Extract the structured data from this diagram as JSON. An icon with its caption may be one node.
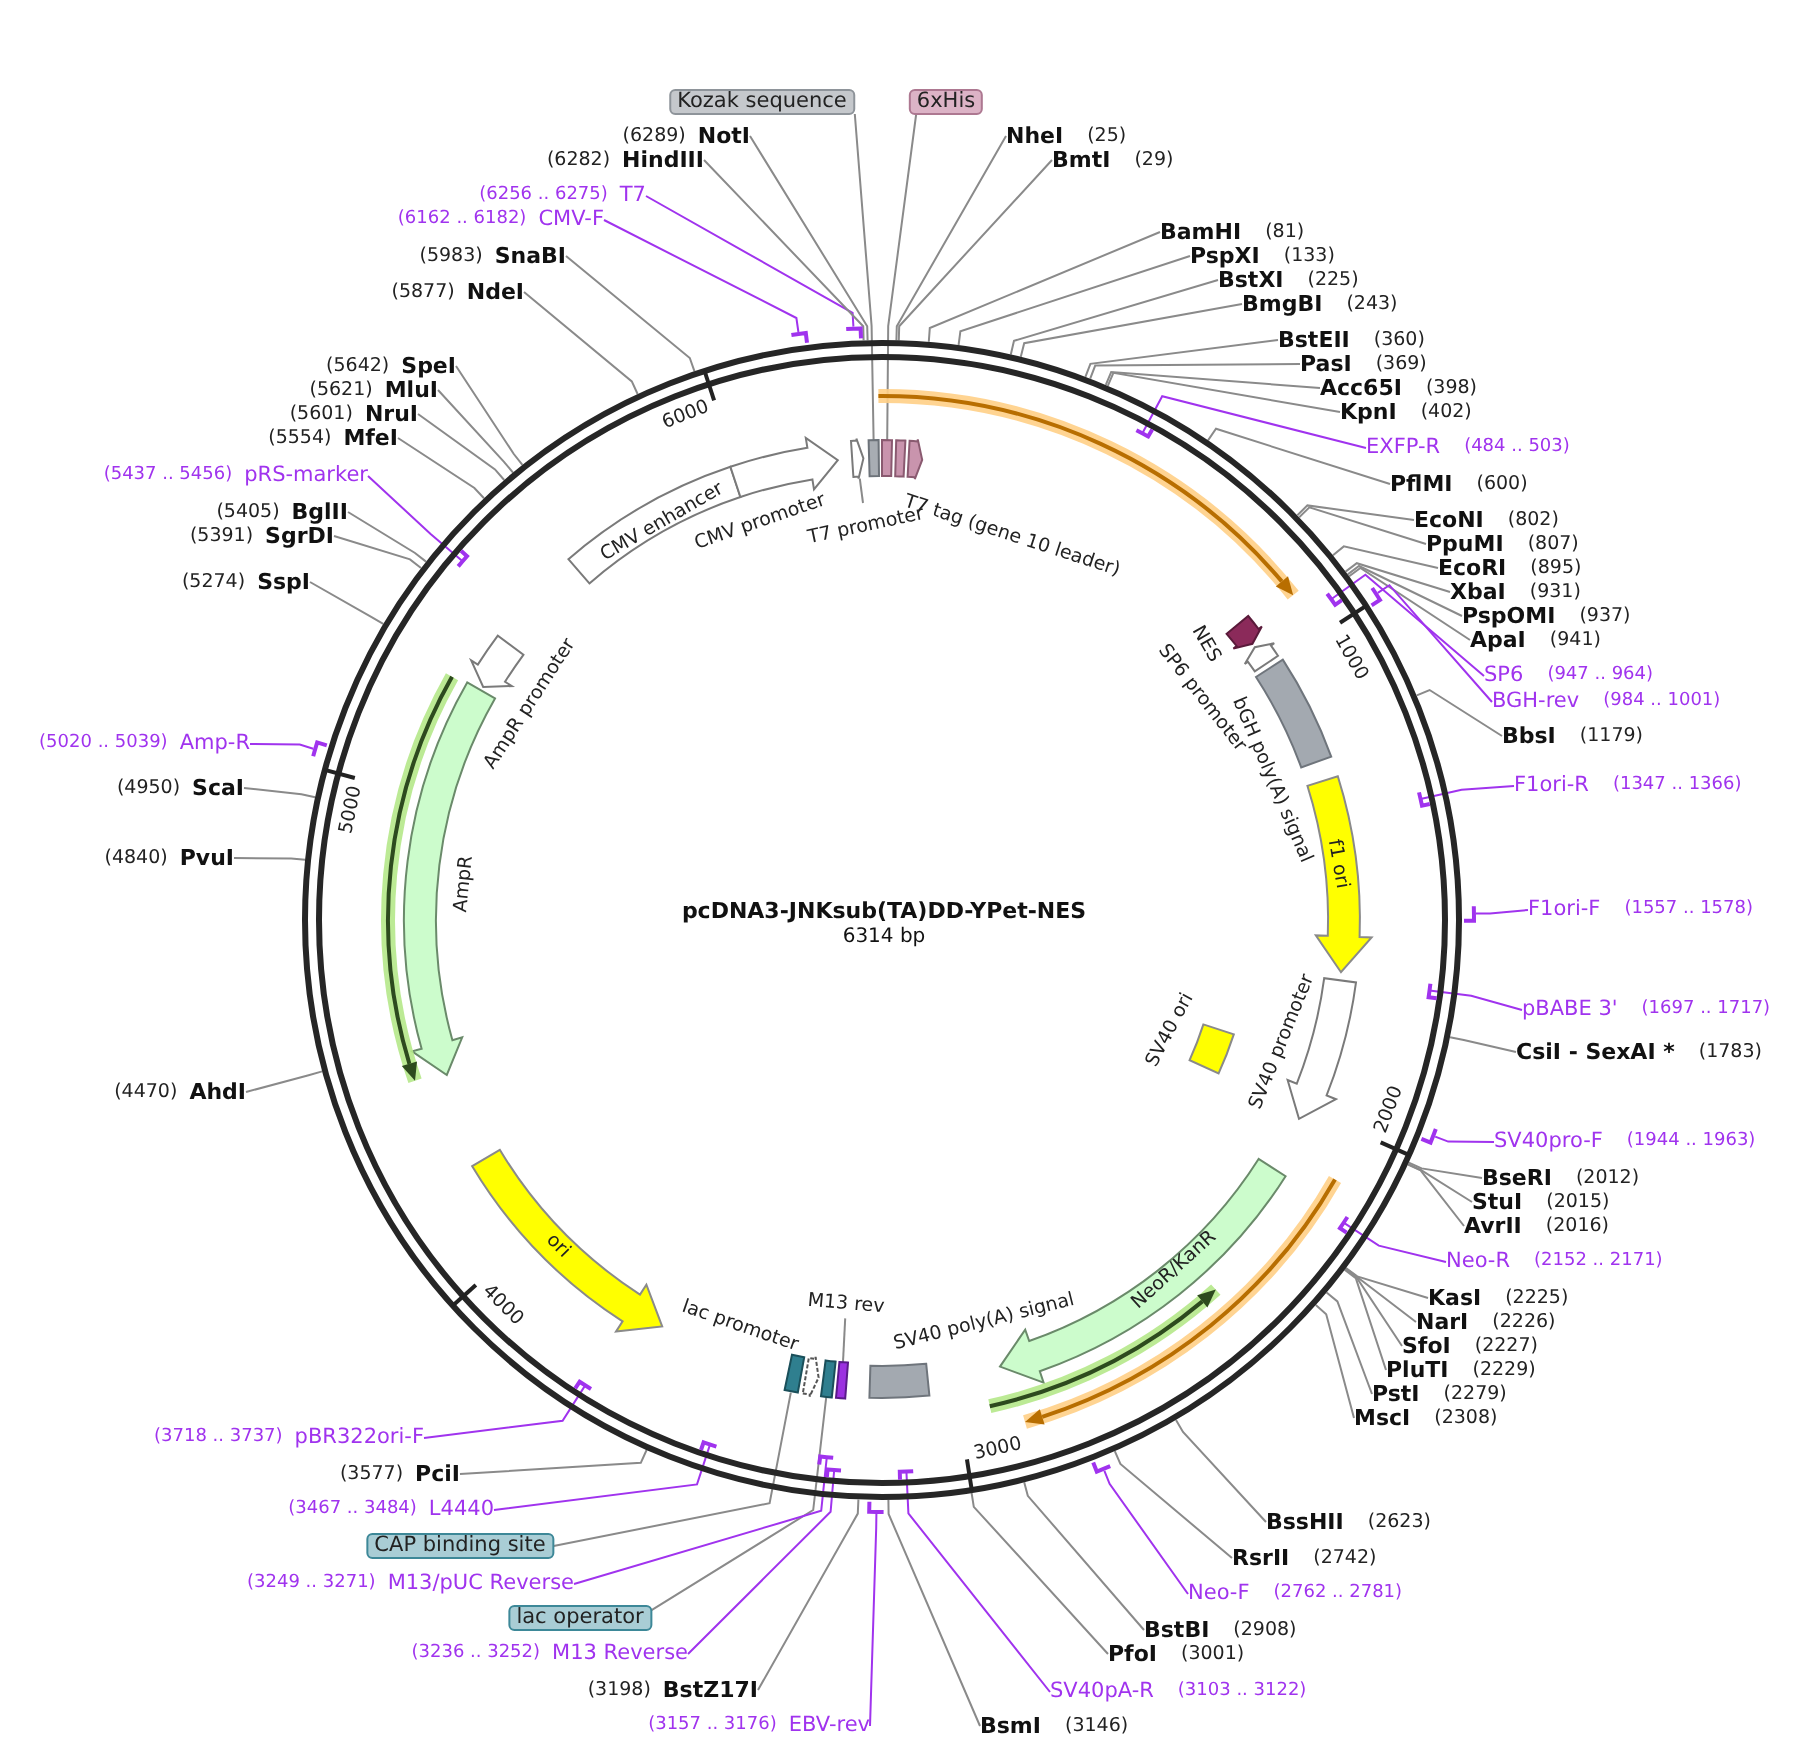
{
  "diagram": {
    "title": "pcDNA3-JNKsub(TA)DD-YPet-NES",
    "nodes": [
      {
        "text": [
          "Kozak sequence"
        ]
      },
      {
        "text": [
          "6xHis"
        ]
      },
      {
        "text": [
          "NheI"
        ],
        "beside": [
          "(25)"
        ]
      },
      {
        "text": [
          "BmtI"
        ],
        "beside": [
          "(29)"
        ]
      },
      {
        "text": [
          "BamHI"
        ],
        "beside": [
          "(81)"
        ]
      },
      {
        "text": [
          "PspXI"
        ],
        "beside": [
          "(133)"
        ]
      },
      {
        "text": [
          "BstXI"
        ],
        "beside": [
          "(225)"
        ]
      },
      {
        "text": [
          "BmgBI"
        ],
        "beside": [
          "(243)"
        ]
      },
      {
        "text": [
          "BstEII"
        ],
        "beside": [
          "(360)"
        ]
      },
      {
        "text": [
          "PasI"
        ],
        "beside": [
          "(369)"
        ]
      },
      {
        "text": [
          "Acc65I"
        ],
        "beside": [
          "(398)"
        ]
      },
      {
        "text": [
          "KpnI"
        ],
        "beside": [
          "(402)"
        ]
      },
      {
        "text": [
          "EXFP-R"
        ],
        "beside": [
          "(484 .. 503)"
        ]
      },
      {
        "text": [
          "PflMI"
        ],
        "beside": [
          "(600)"
        ]
      },
      {
        "text": [
          "EcoNI"
        ],
        "beside": [
          "(802)"
        ]
      },
      {
        "text": [
          "PpuMI"
        ],
        "beside": [
          "(807)"
        ]
      },
      {
        "text": [
          "EcoRI"
        ],
        "beside": [
          "(895)"
        ]
      },
      {
        "text": [
          "XbaI"
        ],
        "beside": [
          "(931)"
        ]
      },
      {
        "text": [
          "PspOMI"
        ],
        "beside": [
          "(937)"
        ]
      },
      {
        "text": [
          "ApaI"
        ],
        "beside": [
          "(941)"
        ]
      },
      {
        "text": [
          "SP6"
        ],
        "beside": [
          "(947 .. 964)"
        ]
      },
      {
        "text": [
          "BGH-rev"
        ],
        "beside": [
          "(984 .. 1001)"
        ]
      },
      {
        "text": [
          "BbsI"
        ],
        "beside": [
          "(1179)"
        ]
      },
      {
        "text": [
          "F1ori-R"
        ],
        "beside": [
          "(1347 .. 1366)"
        ]
      },
      {
        "text": [
          "F1ori-F"
        ],
        "beside": [
          "(1557 .. 1578)"
        ]
      },
      {
        "text": [
          "pBABE 3'"
        ],
        "beside": [
          "(1697 .. 1717)"
        ]
      },
      {
        "text": [
          "CsiI - SexAI *"
        ],
        "beside": [
          "(1783)"
        ]
      },
      {
        "text": [
          "SV40pro-F"
        ],
        "beside": [
          "(1944 .. 1963)"
        ]
      },
      {
        "text": [
          "BseRI"
        ],
        "beside": [
          "(2012)"
        ]
      },
      {
        "text": [
          "StuI"
        ],
        "beside": [
          "(2015)"
        ]
      },
      {
        "text": [
          "AvrII"
        ],
        "beside": [
          "(2016)"
        ]
      },
      {
        "text": [
          "Neo-R"
        ],
        "beside": [
          "(2152 .. 2171)"
        ]
      },
      {
        "text": [
          "KasI"
        ],
        "beside": [
          "(2225)"
        ]
      },
      {
        "text": [
          "NarI"
        ],
        "beside": [
          "(2226)"
        ]
      },
      {
        "text": [
          "SfoI"
        ],
        "beside": [
          "(2227)"
        ]
      },
      {
        "text": [
          "PluTI"
        ],
        "beside": [
          "(2229)"
        ]
      },
      {
        "text": [
          "PstI"
        ],
        "beside": [
          "(2279)"
        ]
      },
      {
        "text": [
          "MscI"
        ],
        "beside": [
          "(2308)"
        ]
      },
      {
        "text": [
          "BssHII"
        ],
        "beside": [
          "(2623)"
        ]
      },
      {
        "text": [
          "RsrII"
        ],
        "beside": [
          "(2742)"
        ]
      },
      {
        "text": [
          "Neo-F"
        ],
        "beside": [
          "(2762 .. 2781)"
        ]
      },
      {
        "text": [
          "BstBI"
        ],
        "beside": [
          "(2908)"
        ]
      },
      {
        "text": [
          "PfoI"
        ],
        "beside": [
          "(3001)"
        ]
      },
      {
        "text": [
          "SV40pA-R"
        ],
        "beside": [
          "(3103 .. 3122)"
        ]
      },
      {
        "text": [
          "BsmI"
        ],
        "beside": [
          "(3146)"
        ]
      },
      {
        "text": [
          "EBV-rev"
        ],
        "beside": [
          "(3157 .. 3176)"
        ]
      },
      {
        "text": [
          "BstZ17I"
        ],
        "beside": [
          "(3198)"
        ]
      },
      {
        "text": [
          "M13 Reverse"
        ],
        "beside": [
          "(3236 .. 3252)"
        ]
      },
      {
        "text": [
          "lac operator"
        ]
      },
      {
        "text": [
          "M13/pUC Reverse"
        ],
        "beside": [
          "(3249 .. 3271)"
        ]
      },
      {
        "text": [
          "CAP binding site"
        ]
      },
      {
        "text": [
          "L4440"
        ],
        "beside": [
          "(3467 .. 3484)"
        ]
      },
      {
        "text": [
          "PciI"
        ],
        "beside": [
          "(3577)"
        ]
      },
      {
        "text": [
          "pBR322ori-F"
        ],
        "beside": [
          "(3718 .. 3737)"
        ]
      },
      {
        "text": [
          "AhdI"
        ],
        "beside": [
          "(4470)"
        ]
      },
      {
        "text": [
          "PvuI"
        ],
        "beside": [
          "(4840)"
        ]
      },
      {
        "text": [
          "ScaI"
        ],
        "beside": [
          "(4950)"
        ]
      },
      {
        "text": [
          "Amp-R"
        ],
        "beside": [
          "(5020 .. 5039)"
        ]
      },
      {
        "text": [
          "SspI"
        ],
        "beside": [
          "(5274)"
        ]
      },
      {
        "text": [
          "SgrDI"
        ],
        "beside": [
          "(5391)"
        ]
      },
      {
        "text": [
          "BglII"
        ],
        "beside": [
          "(5405)"
        ]
      },
      {
        "text": [
          "pRS-marker"
        ],
        "beside": [
          "(5437 .. 5456)"
        ]
      },
      {
        "text": [
          "MfeI"
        ],
        "beside": [
          "(5554)"
        ]
      },
      {
        "text": [
          "NruI"
        ],
        "beside": [
          "(5601)"
        ]
      },
      {
        "text": [
          "MluI"
        ],
        "beside": [
          "(5621)"
        ]
      },
      {
        "text": [
          "SpeI"
        ],
        "beside": [
          "(5642)"
        ]
      },
      {
        "text": [
          "NdeI"
        ],
        "beside": [
          "(5877)"
        ]
      },
      {
        "text": [
          "SnaBI"
        ],
        "beside": [
          "(5983)"
        ]
      },
      {
        "text": [
          "CMV-F"
        ],
        "beside": [
          "(6162 .. 6182)"
        ]
      },
      {
        "text": [
          "T7"
        ],
        "beside": [
          "(6256 .. 6275)"
        ]
      },
      {
        "text": [
          "HindIII"
        ],
        "beside": [
          "(6282)"
        ]
      },
      {
        "text": [
          "NotI"
        ],
        "beside": [
          "(6289)"
        ]
      },
      {
        "text": [
          "CMV enhancer"
        ]
      },
      {
        "text": [
          "CMV promoter"
        ]
      },
      {
        "text": [
          "T7 promoter"
        ]
      },
      {
        "text": [
          "T7 tag (gene 10 leader)"
        ]
      },
      {
        "text": [
          "NES"
        ]
      },
      {
        "text": [
          "SP6 promoter"
        ]
      },
      {
        "text": [
          "bGH poly(A) signal"
        ]
      },
      {
        "text": [
          "f1 ori"
        ]
      },
      {
        "text": [
          "SV40 promoter"
        ]
      },
      {
        "text": [
          "SV40 ori"
        ]
      },
      {
        "text": [
          "NeoR/KanR"
        ]
      },
      {
        "text": [
          "SV40 poly(A) signal"
        ]
      },
      {
        "text": [
          "M13 rev"
        ]
      },
      {
        "text": [
          "lac promoter"
        ]
      },
      {
        "text": [
          "ori"
        ]
      },
      {
        "text": [
          "AmpR"
        ]
      },
      {
        "text": [
          "AmpR promoter"
        ]
      },
      {
        "text": [],
        "shape": "arrow"
      },
      {
        "text": [],
        "shape": "box"
      },
      {
        "text": [],
        "shape": "box"
      },
      {
        "text": [],
        "shape": "box"
      },
      {
        "text": [],
        "shape": "arrow"
      },
      {
        "text": [],
        "shape": "box"
      },
      {
        "text": [],
        "shape": "arrow"
      },
      {
        "text": [],
        "shape": "box"
      },
      {
        "text": [],
        "shape": "box"
      }
    ],
    "edges": [
      {
        "from": 0,
        "to": 90,
        "arrow": "none"
      },
      {
        "from": 1,
        "to": 91,
        "arrow": "none"
      },
      {
        "from": 2,
        "to": null,
        "arrow": "none"
      },
      {
        "from": 3,
        "to": null,
        "arrow": "none"
      },
      {
        "from": 4,
        "to": null,
        "arrow": "none"
      },
      {
        "from": 5,
        "to": null,
        "arrow": "none"
      },
      {
        "from": 6,
        "to": null,
        "arrow": "none"
      },
      {
        "from": 7,
        "to": null,
        "arrow": "none"
      },
      {
        "from": 8,
        "to": null,
        "arrow": "none"
      },
      {
        "from": 9,
        "to": null,
        "arrow": "none"
      },
      {
        "from": 10,
        "to": null,
        "arrow": "none"
      },
      {
        "from": 11,
        "to": null,
        "arrow": "none"
      },
      {
        "from": 12,
        "to": null,
        "arrow": "none",
        "color": "#a033ee"
      },
      {
        "from": 13,
        "to": null,
        "arrow": "none"
      },
      {
        "from": 14,
        "to": null,
        "arrow": "none"
      },
      {
        "from": 15,
        "to": null,
        "arrow": "none"
      },
      {
        "from": 16,
        "to": null,
        "arrow": "none"
      },
      {
        "from": 17,
        "to": null,
        "arrow": "none"
      },
      {
        "from": 18,
        "to": null,
        "arrow": "none"
      },
      {
        "from": 19,
        "to": null,
        "arrow": "none"
      },
      {
        "from": 20,
        "to": null,
        "arrow": "none",
        "color": "#a033ee"
      },
      {
        "from": 21,
        "to": null,
        "arrow": "none",
        "color": "#a033ee"
      },
      {
        "from": 22,
        "to": null,
        "arrow": "none"
      },
      {
        "from": 23,
        "to": null,
        "arrow": "none",
        "color": "#a033ee"
      },
      {
        "from": 24,
        "to": null,
        "arrow": "none",
        "color": "#a033ee"
      },
      {
        "from": 25,
        "to": null,
        "arrow": "none",
        "color": "#a033ee"
      },
      {
        "from": 26,
        "to": null,
        "arrow": "none"
      },
      {
        "from": 27,
        "to": null,
        "arrow": "none",
        "color": "#a033ee"
      },
      {
        "from": 28,
        "to": null,
        "arrow": "none"
      },
      {
        "from": 29,
        "to": null,
        "arrow": "none"
      },
      {
        "from": 30,
        "to": null,
        "arrow": "none"
      },
      {
        "from": 31,
        "to": null,
        "arrow": "none",
        "color": "#a033ee"
      },
      {
        "from": 32,
        "to": null,
        "arrow": "none"
      },
      {
        "from": 33,
        "to": null,
        "arrow": "none"
      },
      {
        "from": 34,
        "to": null,
        "arrow": "none"
      },
      {
        "from": 35,
        "to": null,
        "arrow": "none"
      },
      {
        "from": 36,
        "to": null,
        "arrow": "none"
      },
      {
        "from": 37,
        "to": null,
        "arrow": "none"
      },
      {
        "from": 38,
        "to": null,
        "arrow": "none"
      },
      {
        "from": 39,
        "to": null,
        "arrow": "none"
      },
      {
        "from": 40,
        "to": null,
        "arrow": "none",
        "color": "#a033ee"
      },
      {
        "from": 41,
        "to": null,
        "arrow": "none"
      },
      {
        "from": 42,
        "to": null,
        "arrow": "none"
      },
      {
        "from": 43,
        "to": null,
        "arrow": "none",
        "color": "#a033ee"
      },
      {
        "from": 44,
        "to": null,
        "arrow": "none"
      },
      {
        "from": 45,
        "to": null,
        "arrow": "none",
        "color": "#a033ee"
      },
      {
        "from": 46,
        "to": null,
        "arrow": "none"
      },
      {
        "from": 47,
        "to": null,
        "arrow": "none",
        "color": "#a033ee"
      },
      {
        "from": 48,
        "to": 96,
        "arrow": "none"
      },
      {
        "from": 49,
        "to": null,
        "arrow": "none",
        "color": "#a033ee"
      },
      {
        "from": 50,
        "to": 94,
        "arrow": "none"
      },
      {
        "from": 51,
        "to": null,
        "arrow": "none",
        "color": "#a033ee"
      },
      {
        "from": 52,
        "to": null,
        "arrow": "none"
      },
      {
        "from": 53,
        "to": null,
        "arrow": "none",
        "color": "#a033ee"
      },
      {
        "from": 54,
        "to": null,
        "arrow": "none"
      },
      {
        "from": 55,
        "to": null,
        "arrow": "none"
      },
      {
        "from": 56,
        "to": null,
        "arrow": "none"
      },
      {
        "from": 57,
        "to": null,
        "arrow": "none",
        "color": "#a033ee"
      },
      {
        "from": 58,
        "to": null,
        "arrow": "none"
      },
      {
        "from": 59,
        "to": null,
        "arrow": "none"
      },
      {
        "from": 60,
        "to": null,
        "arrow": "none"
      },
      {
        "from": 61,
        "to": null,
        "arrow": "none",
        "color": "#a033ee"
      },
      {
        "from": 62,
        "to": null,
        "arrow": "none"
      },
      {
        "from": 63,
        "to": null,
        "arrow": "none"
      },
      {
        "from": 64,
        "to": null,
        "arrow": "none"
      },
      {
        "from": 65,
        "to": null,
        "arrow": "none"
      },
      {
        "from": 66,
        "to": null,
        "arrow": "none"
      },
      {
        "from": 67,
        "to": null,
        "arrow": "none"
      },
      {
        "from": 68,
        "to": null,
        "arrow": "none",
        "color": "#a033ee"
      },
      {
        "from": 69,
        "to": null,
        "arrow": "none",
        "color": "#a033ee"
      },
      {
        "from": 70,
        "to": null,
        "arrow": "none"
      },
      {
        "from": 71,
        "to": null,
        "arrow": "none"
      },
      {
        "from": 74,
        "to": 89,
        "arrow": "none"
      },
      {
        "from": 84,
        "to": 97,
        "arrow": "none"
      }
    ],
    "labels": [
      "6000",
      "1000",
      "5000",
      "6314 bp",
      "2000",
      "4000",
      "3000"
    ]
  }
}
